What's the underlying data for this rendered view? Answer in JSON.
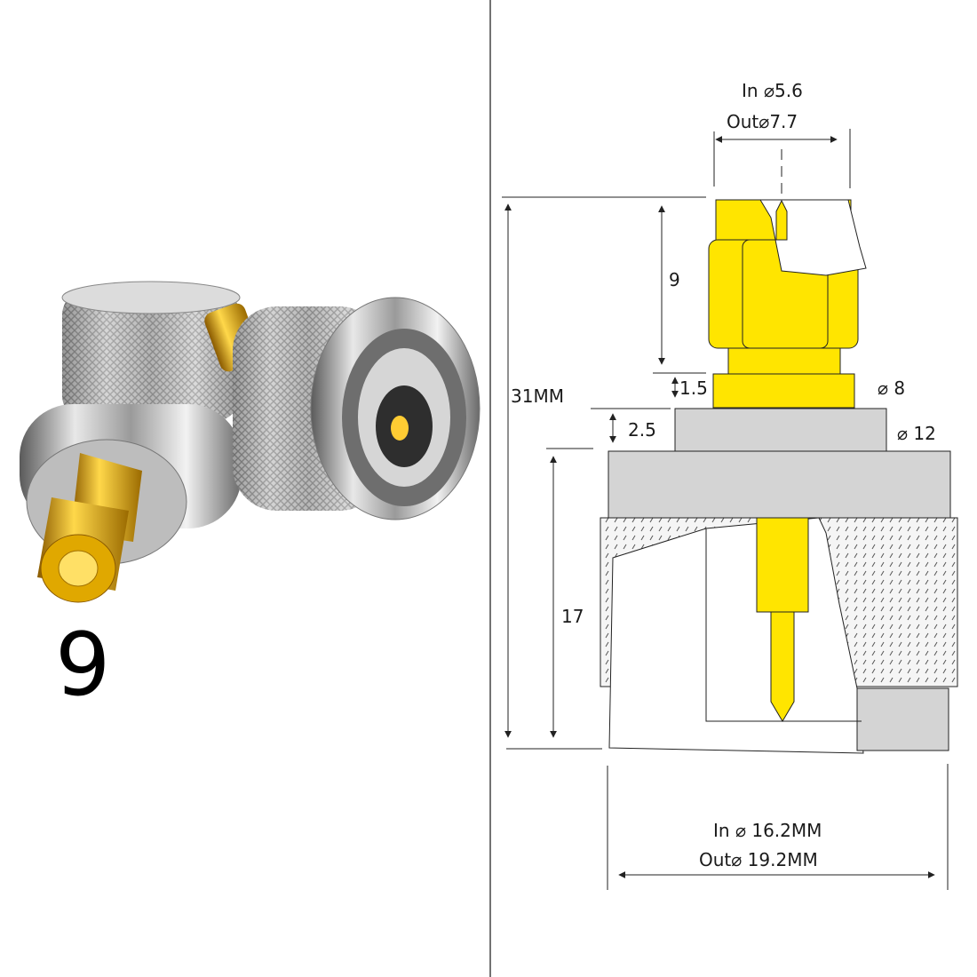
{
  "product_index": "9",
  "colors": {
    "gold": "#ffe500",
    "body_gray": "#d4d4d4",
    "hatch_fill": "#f4f4f4",
    "line": "#222222"
  },
  "dimensions": {
    "top_in": "In",
    "top_in_value": "5.6",
    "top_out": "Out",
    "top_out_value": "7.7",
    "diameter_symbol": "⌀",
    "total_height": "31MM",
    "head_height": "9",
    "step_1": "1.5",
    "step_2": "2.5",
    "body_height": "17",
    "dia_8": "8",
    "dia_12": "12",
    "bottom_in": "In",
    "bottom_in_value": "16.2MM",
    "bottom_out": "Out",
    "bottom_out_value": "19.2MM"
  }
}
